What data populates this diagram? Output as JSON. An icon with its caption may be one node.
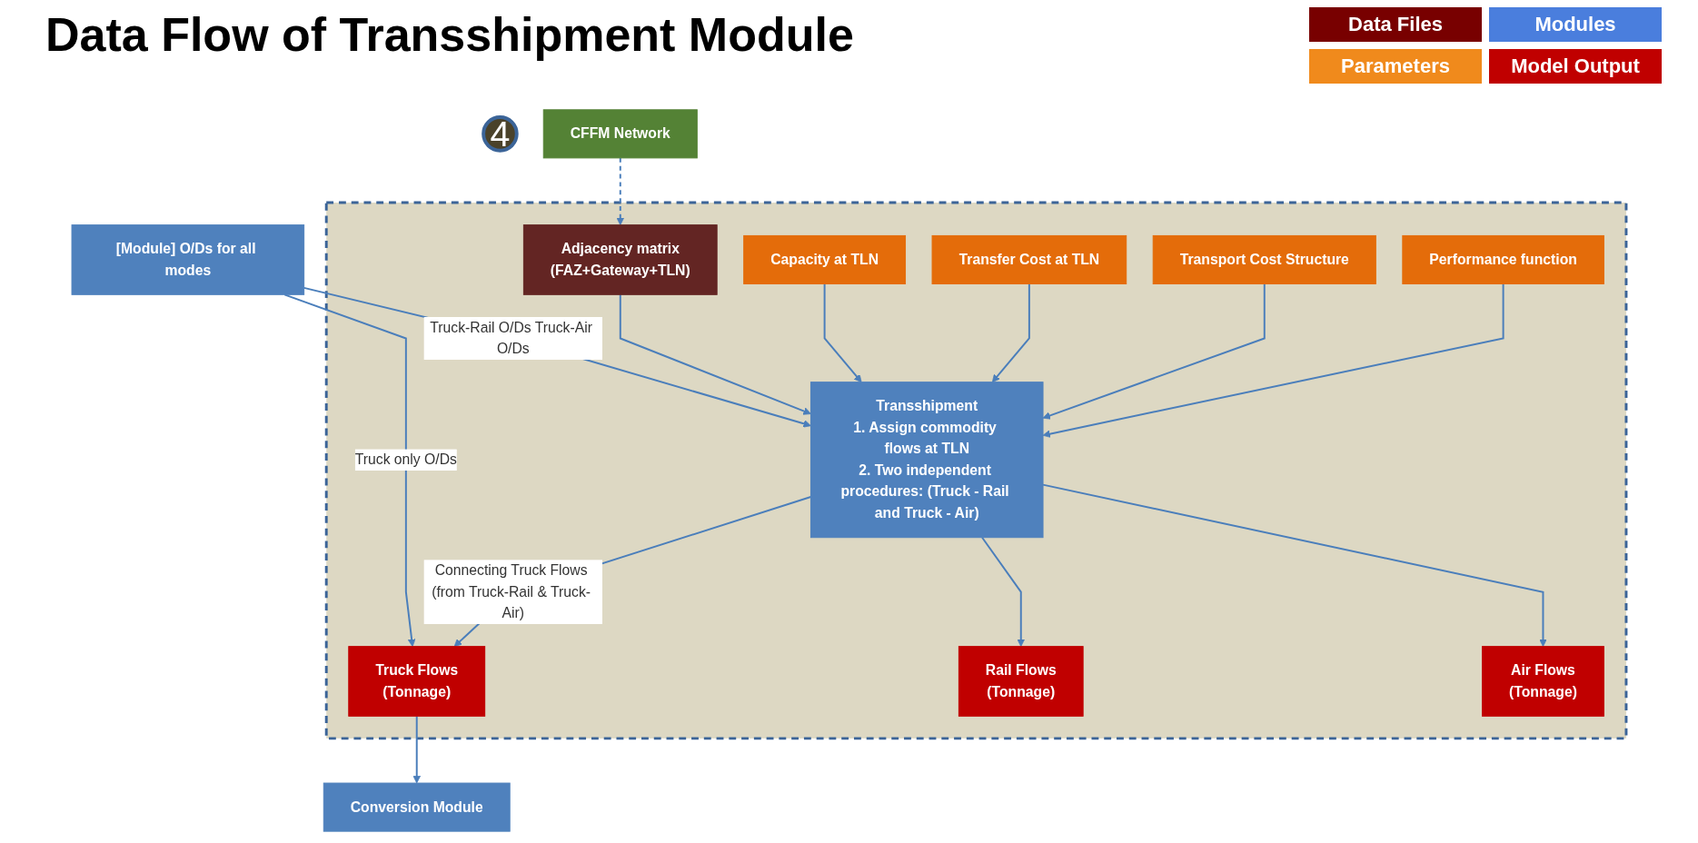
{
  "diagram": {
    "title": "Data Flow of Transshipment Module",
    "nodes": [
      {
        "text": [
          "4"
        ]
      },
      {
        "text": [
          "[Module] O/Ds for all modes"
        ]
      },
      {
        "text": [],
        "shape": "box"
      },
      {
        "text": [
          "Truck Flows",
          "(Tonnage)"
        ],
        "in": 2
      },
      {
        "text": [
          "Conversion Module"
        ]
      },
      {
        "text": [
          "Adjacency matrix",
          "(FAZ+Gateway+TLN)"
        ],
        "in": 2
      },
      {
        "text": [
          "CFFM Network"
        ]
      },
      {
        "text": [
          "Capacity at TLN"
        ],
        "in": 2
      },
      {
        "text": [
          "Transfer Cost at TLN"
        ],
        "in": 2
      },
      {
        "text": [
          "Transport Cost Structure"
        ],
        "in": 2
      },
      {
        "text": [
          "Transshipment",
          "1. Assign commodity flows at TLN",
          "2. Two independent procedures: (Truck - Rail and Truck - Air)"
        ],
        "in": 2
      },
      {
        "text": [
          "Performance function"
        ],
        "in": 2
      },
      {
        "text": [
          "Rail Flows",
          "(Tonnage)"
        ],
        "in": 2
      },
      {
        "text": [
          "Air Flows",
          "(Tonnage)"
        ],
        "in": 2
      }
    ],
    "edges": [
      {
        "from": 1,
        "to": 3,
        "arrow": "to",
        "label": "Truck only O/Ds"
      },
      {
        "from": 1,
        "to": 10,
        "arrow": "to",
        "label": "Truck-Rail O/Ds Truck-Air O/Ds"
      },
      {
        "from": 3,
        "to": 4,
        "arrow": "to"
      },
      {
        "from": 10,
        "to": 3,
        "arrow": "to",
        "label": "Connecting Truck Flows (from Truck-Rail & Truck- Air)"
      },
      {
        "from": 6,
        "to": 5,
        "arrow": "to",
        "style": "dashed"
      },
      {
        "from": 5,
        "to": 10,
        "arrow": "to"
      },
      {
        "from": 7,
        "to": 10,
        "arrow": "to"
      },
      {
        "from": 8,
        "to": 10,
        "arrow": "to"
      },
      {
        "from": 9,
        "to": 10,
        "arrow": "to"
      },
      {
        "from": 11,
        "to": 10,
        "arrow": "to"
      },
      {
        "from": 10,
        "to": 12,
        "arrow": "to"
      },
      {
        "from": 10,
        "to": 13,
        "arrow": "to"
      }
    ],
    "legend": [
      {
        "text": "Data Files",
        "color": "#780000"
      },
      {
        "text": "Modules",
        "color": "#4a7edd"
      },
      {
        "text": "Parameters",
        "color": "#f08a1c"
      },
      {
        "text": "Model Output",
        "color": "#c00000"
      }
    ]
  }
}
